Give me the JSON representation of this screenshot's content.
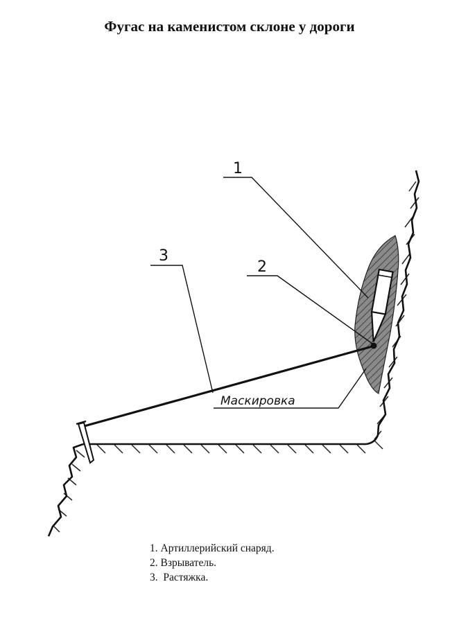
{
  "title": "Фугас на каменистом склоне у дороги",
  "callouts": {
    "shell": "1",
    "fuze": "2",
    "tripwire": "3"
  },
  "masking_label": "Маскировка",
  "legend": [
    "1. Артиллерийский снаряд.",
    "2. Взрыватель.",
    "3.  Растяжка."
  ]
}
